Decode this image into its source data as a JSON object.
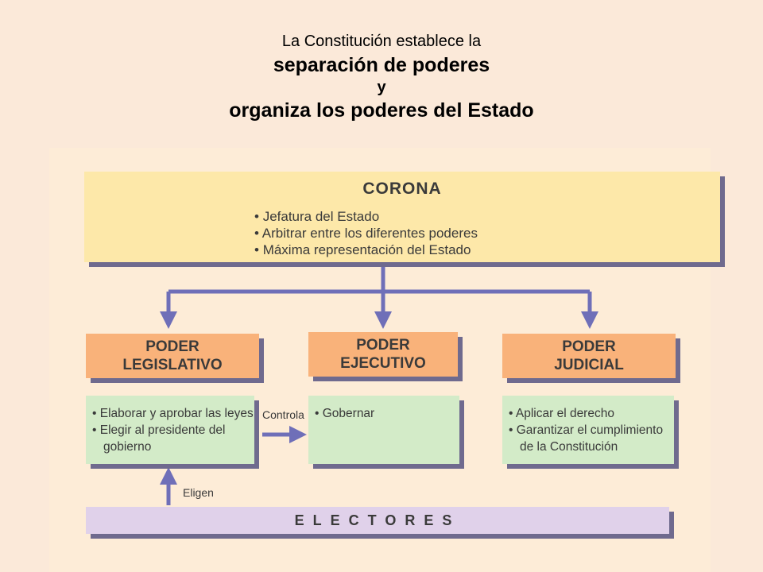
{
  "title": {
    "line1": "La Constitución establece la",
    "line2": "separación de poderes",
    "line3": "y",
    "line4": "organiza los poderes del Estado"
  },
  "corona": {
    "title": "CORONA",
    "items": [
      "Jefatura del Estado",
      "Arbitrar entre los diferentes poderes",
      "Máxima representación del Estado"
    ]
  },
  "poderes": {
    "legislativo": {
      "title": "PODER\nLEGISLATIVO",
      "items": [
        "Elaborar y aprobar las leyes",
        "Elegir al presidente del gobierno"
      ]
    },
    "ejecutivo": {
      "title": "PODER\nEJECUTIVO",
      "items": [
        "Gobernar"
      ]
    },
    "judicial": {
      "title": "PODER\nJUDICIAL",
      "items": [
        "Aplicar el derecho",
        "Garantizar el cumplimiento de la Constitución"
      ]
    }
  },
  "labels": {
    "controla": "Controla",
    "eligen": "Eligen"
  },
  "electores": "ELECTORES",
  "colors": {
    "arrow": "#6f6fb8",
    "corona": "#fde8a9",
    "poder": "#f9b27a",
    "funciones": "#d3ebc8",
    "electores": "#e0d1ea",
    "shadow": "#6f6a8e"
  }
}
